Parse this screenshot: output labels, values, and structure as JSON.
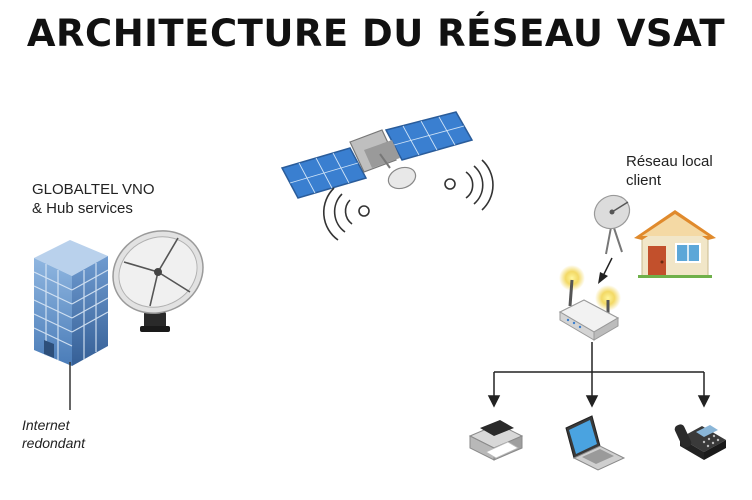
{
  "title": "ARCHITECTURE DU RÉSEAU VSAT",
  "hub": {
    "line1": "GLOBALTEL VNO",
    "line2": "& Hub services"
  },
  "internet": {
    "line1": "Internet",
    "line2": "redondant"
  },
  "client": {
    "line1": "Réseau local",
    "line2": "client"
  },
  "icons": {
    "building": "office-building-icon",
    "hub_dish": "satellite-dish-icon",
    "satellite": "satellite-icon",
    "client_dish": "small-satellite-dish-icon",
    "house": "house-icon",
    "router": "wifi-router-icon",
    "printer": "printer-icon",
    "laptop": "laptop-icon",
    "phone": "desk-phone-icon"
  },
  "colors": {
    "solar_panel": "#3a7fd0",
    "building": "#5a8fc8",
    "house_roof": "#e08a2c",
    "house_door": "#c2502c",
    "signal_glow": "#f0d040"
  }
}
